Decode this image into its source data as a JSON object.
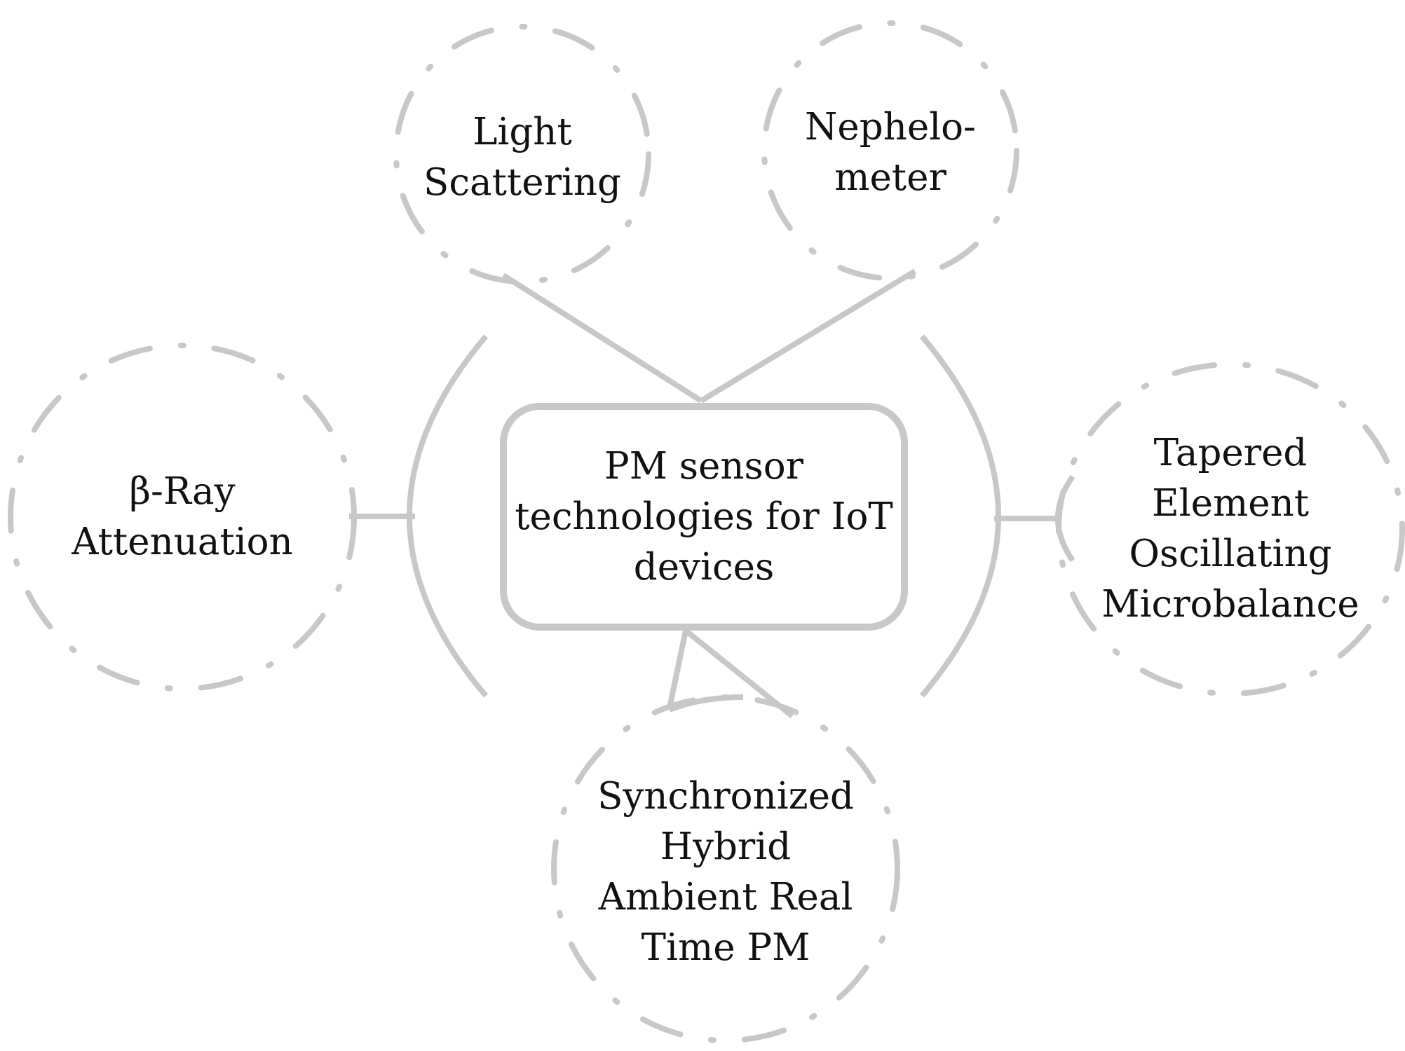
{
  "diagram": {
    "center": {
      "label": "PM sensor\ntechnologies for IoT\ndevices"
    },
    "nodes": {
      "light_scattering": {
        "label": "Light\nScattering"
      },
      "nephelometer": {
        "label": "Nephelo-\nmeter"
      },
      "beta_ray": {
        "label": "β-Ray\nAttenuation"
      },
      "teom": {
        "label": "Tapered\nElement\nOscillating\nMicrobalance"
      },
      "sharp": {
        "label": "Synchronized\nHybrid\nAmbient Real\nTime PM"
      }
    }
  },
  "colors": {
    "stroke": "#c8c8c8",
    "text": "#111111",
    "background": "#ffffff"
  }
}
